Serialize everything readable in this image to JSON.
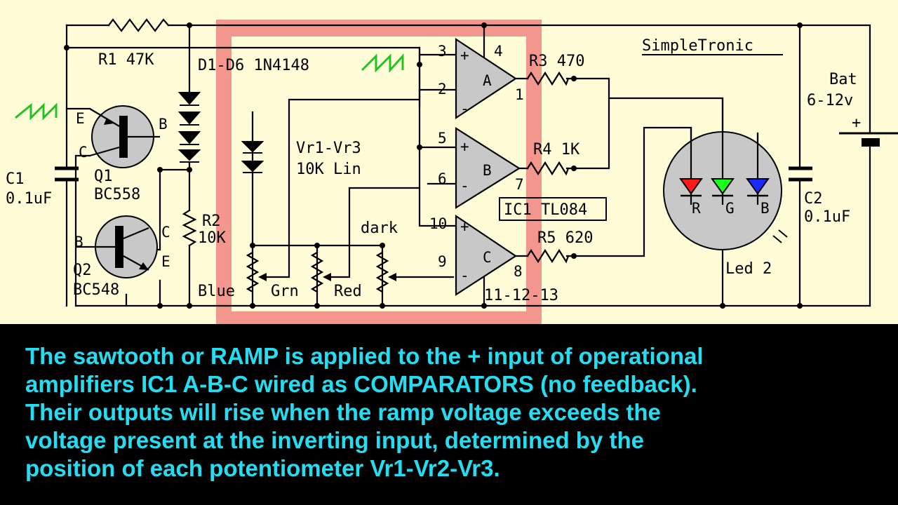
{
  "colors": {
    "background": "#fffcd8",
    "wire": "#000000",
    "highlight": "#f28b86",
    "ramp": "#22c322",
    "caption_bg": "#000000",
    "caption_text": "#26dcf0",
    "led_red": "#ff1a1a",
    "led_green": "#1aff1a",
    "led_blue": "#1a2aff",
    "component_fill": "#c8c8c8"
  },
  "schematic": {
    "brand": "SimpleTronic",
    "r1": "R1 47K",
    "diodes": "D1-D6 1N4148",
    "c1_name": "C1",
    "c1_value": "0.1uF",
    "q1_name": "Q1",
    "q1_part": "BC558",
    "q2_name": "Q2",
    "q2_part": "BC548",
    "r2": "R2",
    "r2_value": "10K",
    "vr_name": "Vr1-Vr3",
    "vr_value": "10K Lin",
    "dark": "dark",
    "pot_blue": "Blue",
    "pot_grn": "Grn",
    "pot_red": "Red",
    "ic": "IC1 TL084",
    "ic_supply_pins": "11-12-13",
    "opamp_a": "A",
    "opamp_b": "B",
    "opamp_c": "C",
    "pins": {
      "p1": "1",
      "p2": "2",
      "p3": "3",
      "p4": "4",
      "p5": "5",
      "p6": "6",
      "p7": "7",
      "p8": "8",
      "p9": "9",
      "p10": "10"
    },
    "plus": "+",
    "minus": "-",
    "r3": "R3 470",
    "r4": "R4 1K",
    "r5": "R5 620",
    "battery_name": "Bat",
    "battery_value": "6-12v",
    "battery_plus": "+",
    "c2_name": "C2",
    "c2_value": "0.1uF",
    "led_name": "Led 2",
    "led_r": "R",
    "led_g": "G",
    "led_b": "B",
    "q_e": "E",
    "q_b": "B",
    "q_c": "C"
  },
  "caption": {
    "lines": [
      "The sawtooth or RAMP is applied to the + input of  operational",
      "amplifiers IC1 A-B-C  wired as COMPARATORS  (no feedback).",
      "Their outputs will rise when the ramp voltage exceeds the",
      "voltage present at the inverting input, determined by the",
      "position of each potentiometer Vr1-Vr2-Vr3."
    ]
  }
}
